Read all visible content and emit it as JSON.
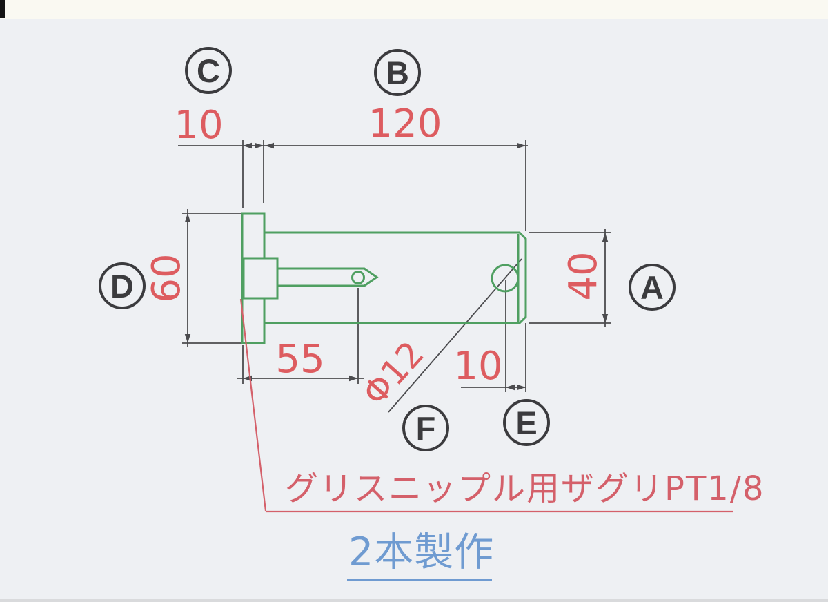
{
  "drawing": {
    "type": "mechanical-part-drawing",
    "part": "clevis pin with flange and grease nipple"
  },
  "colors": {
    "paper": "#eef0f3",
    "scan-strip": "#faf9f2",
    "part-green": "#4f9f61",
    "dim-red": "#dd5c60",
    "note-red": "#d4606a",
    "note-blue": "#6f9bd1",
    "line-dark": "#4b4b4e",
    "label-dark": "#3b3b3e"
  },
  "view_labels": {
    "a": "A",
    "b": "B",
    "c": "C",
    "d": "D",
    "e": "E",
    "f": "F"
  },
  "dimensions": {
    "flange_thickness": "10",
    "body_length": "120",
    "flange_diameter": "60",
    "body_diameter": "40",
    "nipple_length": "55",
    "hole_diameter": "Φ12",
    "hole_end_offset": "10"
  },
  "annotations": {
    "counterbore_note": "グリスニップル用ザグリPT1/8",
    "production_note": "2本製作"
  }
}
